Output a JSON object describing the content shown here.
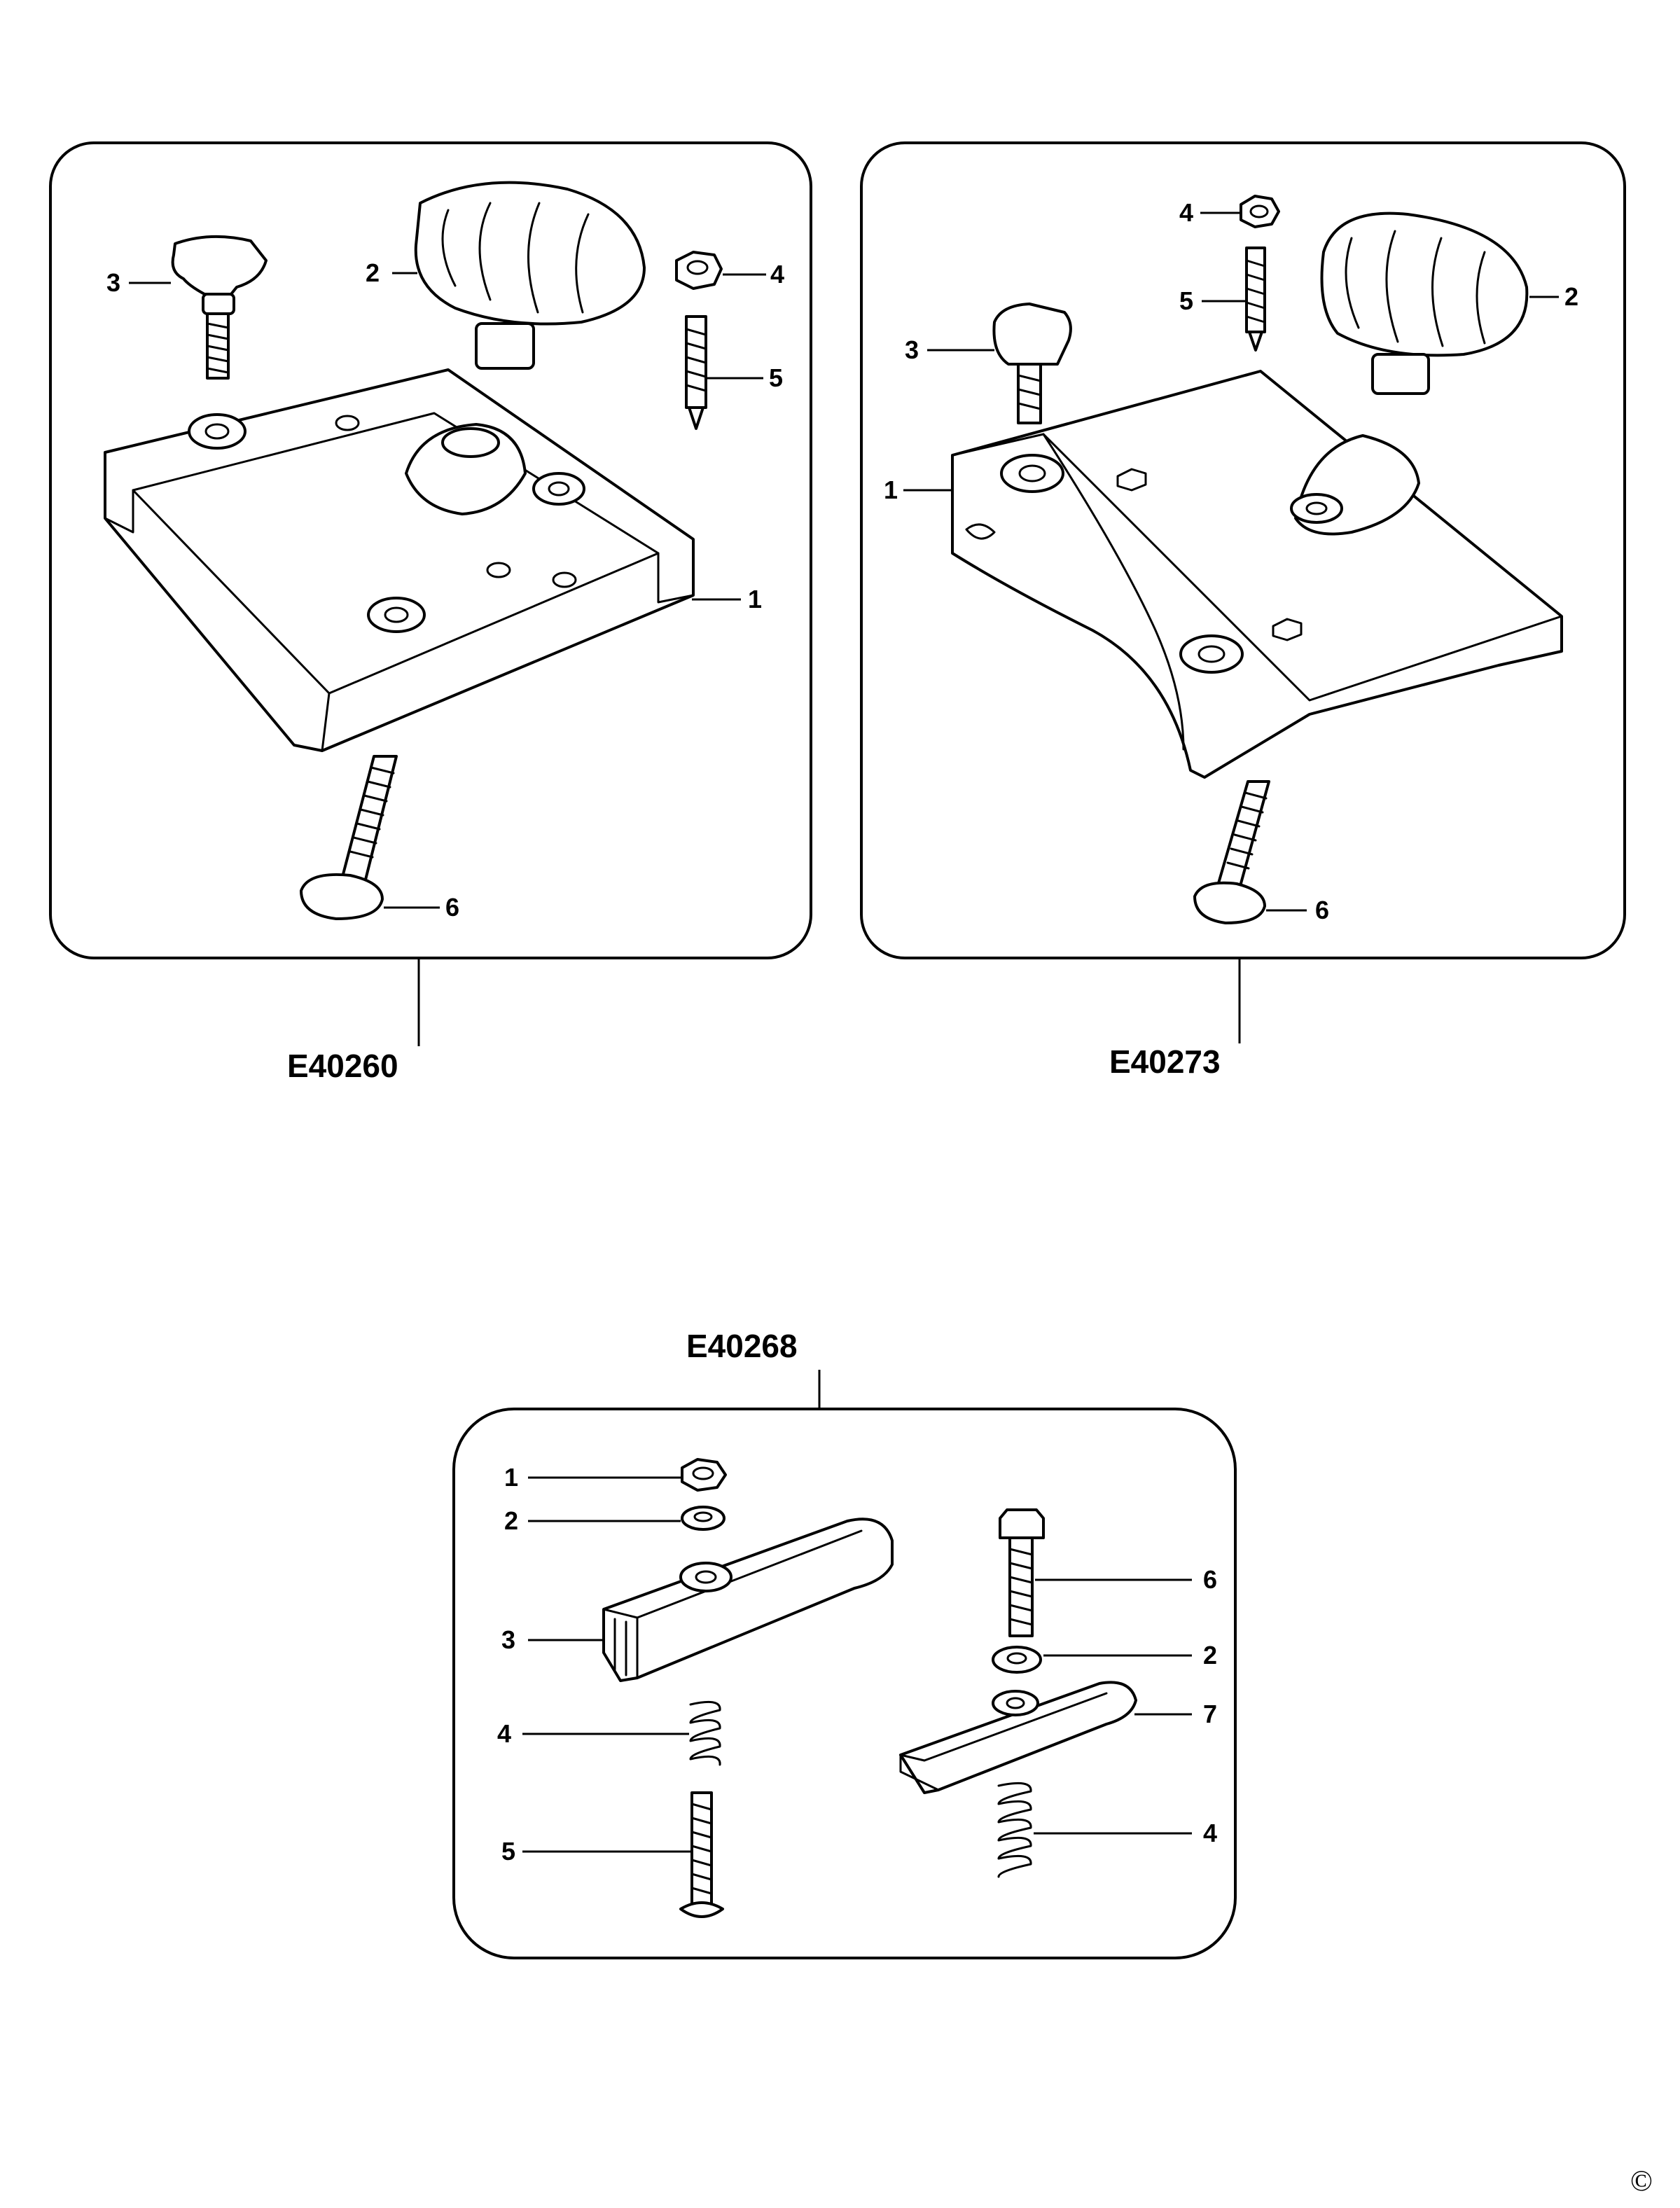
{
  "panels": [
    {
      "code": "E40260",
      "callouts": [
        "1",
        "2",
        "3",
        "4",
        "5",
        "6"
      ]
    },
    {
      "code": "E40273",
      "callouts": [
        "1",
        "2",
        "3",
        "4",
        "5",
        "6"
      ]
    },
    {
      "code": "E40268",
      "callouts": [
        "1",
        "2",
        "3",
        "4",
        "5",
        "6",
        "2",
        "7",
        "4"
      ]
    }
  ],
  "copyright_symbol": "©"
}
